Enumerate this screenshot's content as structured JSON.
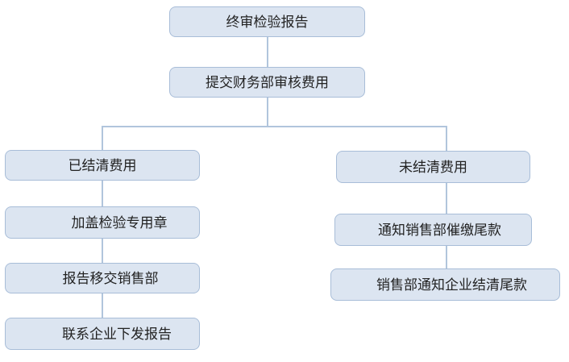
{
  "diagram": {
    "type": "flowchart",
    "direction": "top-down",
    "nodes": {
      "final_report": {
        "label": "终审检验报告"
      },
      "submit_finance": {
        "label": "提交财务部审核费用"
      },
      "settled": {
        "label": "已结清费用"
      },
      "stamp_seal": {
        "label": "加盖检验专用章"
      },
      "handover_sales": {
        "label": "报告移交销售部"
      },
      "contact_company": {
        "label": "联系企业下发报告"
      },
      "unsettled": {
        "label": "未结清费用"
      },
      "notify_collect": {
        "label": "通知销售部催缴尾款"
      },
      "sales_notify_settle": {
        "label": "销售部通知企业结清尾款"
      }
    },
    "edges": [
      {
        "from": "final_report",
        "to": "submit_finance"
      },
      {
        "from": "submit_finance",
        "to": "settled"
      },
      {
        "from": "submit_finance",
        "to": "unsettled"
      },
      {
        "from": "settled",
        "to": "stamp_seal"
      },
      {
        "from": "stamp_seal",
        "to": "handover_sales"
      },
      {
        "from": "handover_sales",
        "to": "contact_company"
      },
      {
        "from": "unsettled",
        "to": "notify_collect"
      },
      {
        "from": "notify_collect",
        "to": "sales_notify_settle"
      }
    ]
  },
  "colors": {
    "node_fill": "#dce5f1",
    "node_border": "#a8bdd8",
    "connector_line": "#b1c5dc",
    "node_text": "#222222",
    "canvas_background": "#ffffff"
  }
}
